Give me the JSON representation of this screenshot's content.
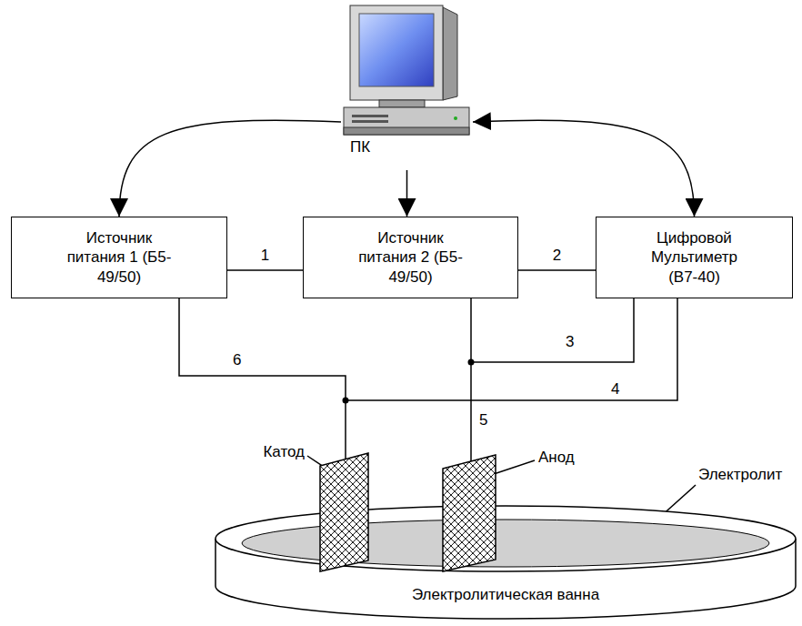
{
  "diagram": {
    "nodes": [
      {
        "text": [
          "ПК"
        ]
      },
      {
        "text": [
          "Источник питания 1 (Б5-49/50)"
        ]
      },
      {
        "text": [
          "Источник питания 2 (Б5-49/50)"
        ]
      },
      {
        "text": [
          "Цифровой Мультиметр (В7-40)"
        ]
      },
      {
        "text": [
          "Электролитическая ванна"
        ]
      }
    ],
    "edges": [
      {
        "from": 0,
        "to": 1,
        "arrow": "to"
      },
      {
        "from": 0,
        "to": 2,
        "arrow": "to"
      },
      {
        "from": 0,
        "to": 3,
        "arrow": "both"
      },
      {
        "from": 1,
        "to": 2,
        "label": "1",
        "arrow": "none"
      },
      {
        "from": 2,
        "to": 3,
        "label": "2",
        "arrow": "none"
      }
    ],
    "labels": [
      "6",
      "3",
      "4",
      "5",
      "Катод",
      "Анод",
      "Электролит"
    ]
  }
}
